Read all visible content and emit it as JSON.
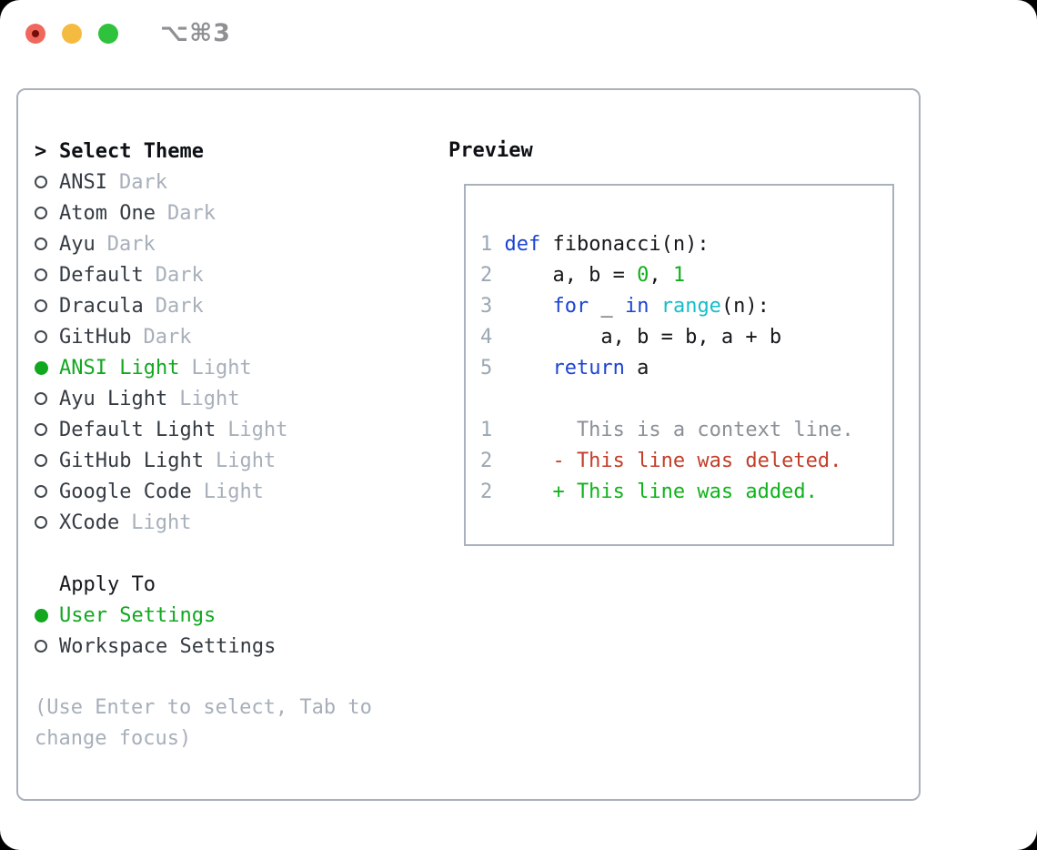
{
  "titlebar": {
    "shortcut": "⌥⌘3"
  },
  "theme_section": {
    "marker": ">",
    "header": "Select Theme",
    "items": [
      {
        "name": "ANSI",
        "badge": "Dark",
        "selected": false
      },
      {
        "name": "Atom One",
        "badge": "Dark",
        "selected": false
      },
      {
        "name": "Ayu",
        "badge": "Dark",
        "selected": false
      },
      {
        "name": "Default",
        "badge": "Dark",
        "selected": false
      },
      {
        "name": "Dracula",
        "badge": "Dark",
        "selected": false
      },
      {
        "name": "GitHub",
        "badge": "Dark",
        "selected": false
      },
      {
        "name": "ANSI Light",
        "badge": "Light",
        "selected": true
      },
      {
        "name": "Ayu Light",
        "badge": "Light",
        "selected": false
      },
      {
        "name": "Default Light",
        "badge": "Light",
        "selected": false
      },
      {
        "name": "GitHub Light",
        "badge": "Light",
        "selected": false
      },
      {
        "name": "Google Code",
        "badge": "Light",
        "selected": false
      },
      {
        "name": "XCode",
        "badge": "Light",
        "selected": false
      }
    ]
  },
  "apply_section": {
    "header": "Apply To",
    "items": [
      {
        "name": "User Settings",
        "selected": true
      },
      {
        "name": "Workspace Settings",
        "selected": false
      }
    ]
  },
  "hint": "(Use Enter to select, Tab to\nchange focus)",
  "preview": {
    "header": "Preview",
    "code_lines": [
      {
        "num": "1",
        "segments": [
          {
            "t": "def",
            "c": "kw"
          },
          {
            "t": " fibonacci(n):",
            "c": "plain"
          }
        ]
      },
      {
        "num": "2",
        "segments": [
          {
            "t": "    a, b = ",
            "c": "plain"
          },
          {
            "t": "0",
            "c": "green"
          },
          {
            "t": ", ",
            "c": "plain"
          },
          {
            "t": "1",
            "c": "green"
          }
        ]
      },
      {
        "num": "3",
        "segments": [
          {
            "t": "    ",
            "c": "plain"
          },
          {
            "t": "for",
            "c": "kw"
          },
          {
            "t": " _ ",
            "c": "plain"
          },
          {
            "t": "in",
            "c": "kw"
          },
          {
            "t": " ",
            "c": "plain"
          },
          {
            "t": "range",
            "c": "cyan"
          },
          {
            "t": "(n):",
            "c": "plain"
          }
        ]
      },
      {
        "num": "4",
        "segments": [
          {
            "t": "        a, b = b, a + b",
            "c": "plain"
          }
        ]
      },
      {
        "num": "5",
        "segments": [
          {
            "t": "    ",
            "c": "plain"
          },
          {
            "t": "return",
            "c": "kw"
          },
          {
            "t": " a",
            "c": "plain"
          }
        ]
      }
    ],
    "diff_lines": [
      {
        "num": "1",
        "segments": [
          {
            "t": "      This is a context line.",
            "c": "context"
          }
        ]
      },
      {
        "num": "2",
        "segments": [
          {
            "t": "    - This line was deleted.",
            "c": "deleted"
          }
        ]
      },
      {
        "num": "2",
        "segments": [
          {
            "t": "    + This line was added.",
            "c": "added"
          }
        ]
      }
    ]
  },
  "colors": {
    "accent_green": "#11a81f",
    "keyword_blue": "#1b43d4",
    "builtin_cyan": "#14bec8",
    "number_green": "#0fb01a",
    "diff_deleted_red": "#c23e29",
    "diff_added_green": "#0fb31b",
    "muted_gray": "#a7afba",
    "line_number_gray": "#9ba7b4",
    "border_gray": "#a9b1bc",
    "traffic_red": "#f0685c",
    "traffic_yellow": "#f5bb41",
    "traffic_green": "#2ec23d"
  }
}
